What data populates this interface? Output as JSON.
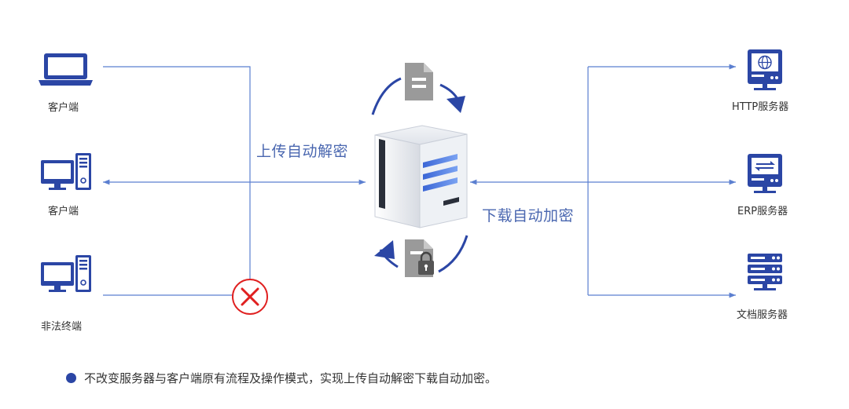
{
  "left_nodes": [
    {
      "label": "客户端",
      "icon": "laptop-icon"
    },
    {
      "label": "客户端",
      "icon": "desktop-computer-icon"
    },
    {
      "label": "非法终端",
      "icon": "desktop-computer-icon"
    }
  ],
  "right_nodes": [
    {
      "label": "HTTP服务器",
      "icon": "web-server-icon"
    },
    {
      "label": "ERP服务器",
      "icon": "sync-server-icon"
    },
    {
      "label": "文档服务器",
      "icon": "rack-server-icon"
    }
  ],
  "center": {
    "upload_label": "上传自动解密",
    "download_label": "下载自动加密",
    "server_icon": "encryption-gateway-server-icon",
    "top_icon": "document-icon",
    "bottom_icon": "locked-document-icon",
    "blocked_icon": "blocked-x-icon"
  },
  "footer": {
    "text": "不改变服务器与客户端原有流程及操作模式，实现上传自动解密下载自动加密。"
  },
  "colors": {
    "icon_blue": "#2b46a5",
    "line_blue": "#5b7fd0",
    "label_blue": "#4a67b0",
    "block_red": "#e02020",
    "doc_gray": "#9a9a9a"
  }
}
